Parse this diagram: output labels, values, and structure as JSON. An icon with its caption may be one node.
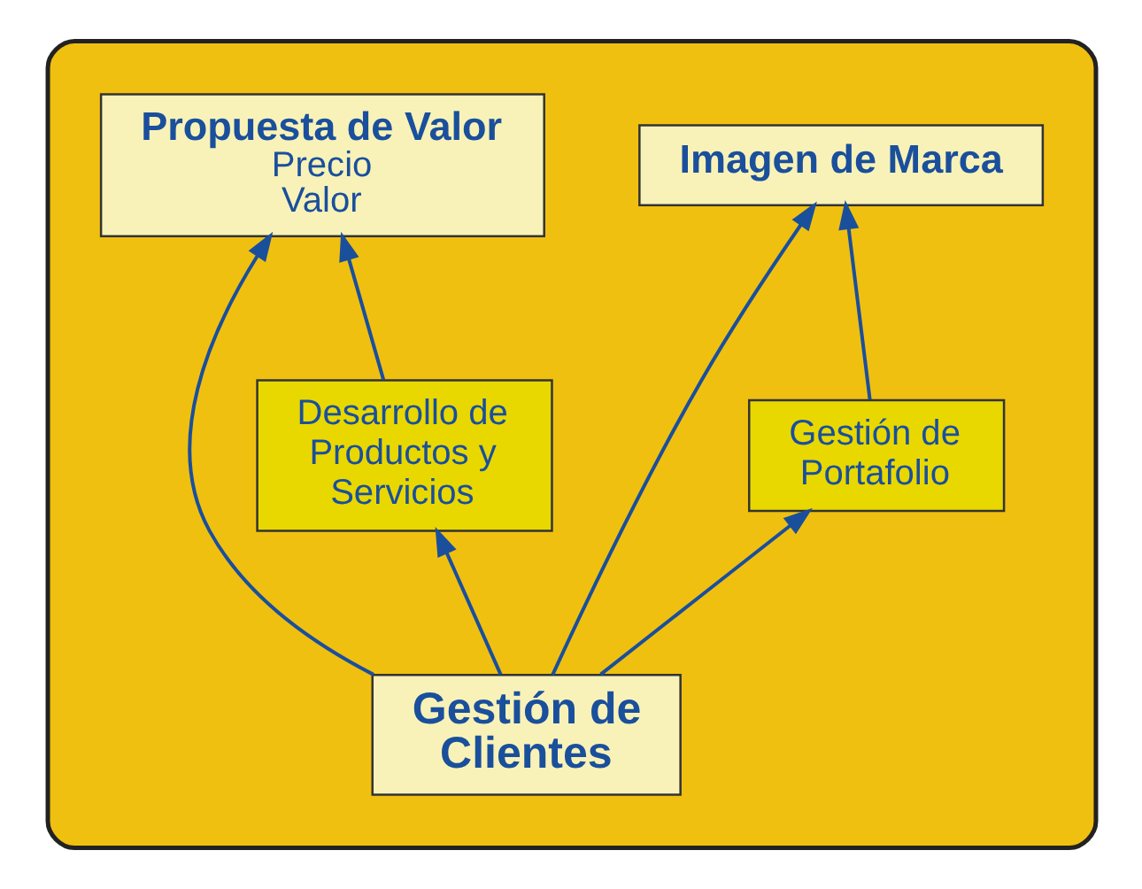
{
  "diagram": {
    "nodes": [
      {
        "text": [],
        "shape": "box"
      },
      {
        "text": [
          "Propuesta de Valor",
          "Precio",
          "Valor"
        ],
        "in": 0
      },
      {
        "text": [
          "Imagen de Marca"
        ],
        "in": 0
      },
      {
        "text": [
          "Desarrollo de Productos y Servicios"
        ],
        "in": 0
      },
      {
        "text": [
          "Gestión de Portafolio"
        ],
        "in": 0
      },
      {
        "text": [
          "Gestión de Clientes"
        ],
        "in": 0
      }
    ],
    "edges": [
      {
        "from": 5,
        "to": 3,
        "arrow": "to"
      },
      {
        "from": 5,
        "to": 1,
        "arrow": "to"
      },
      {
        "from": 5,
        "to": 2,
        "arrow": "to"
      },
      {
        "from": 5,
        "to": 4,
        "arrow": "to"
      },
      {
        "from": 3,
        "to": 1,
        "arrow": "to"
      },
      {
        "from": 4,
        "to": 2,
        "arrow": "to"
      }
    ]
  }
}
